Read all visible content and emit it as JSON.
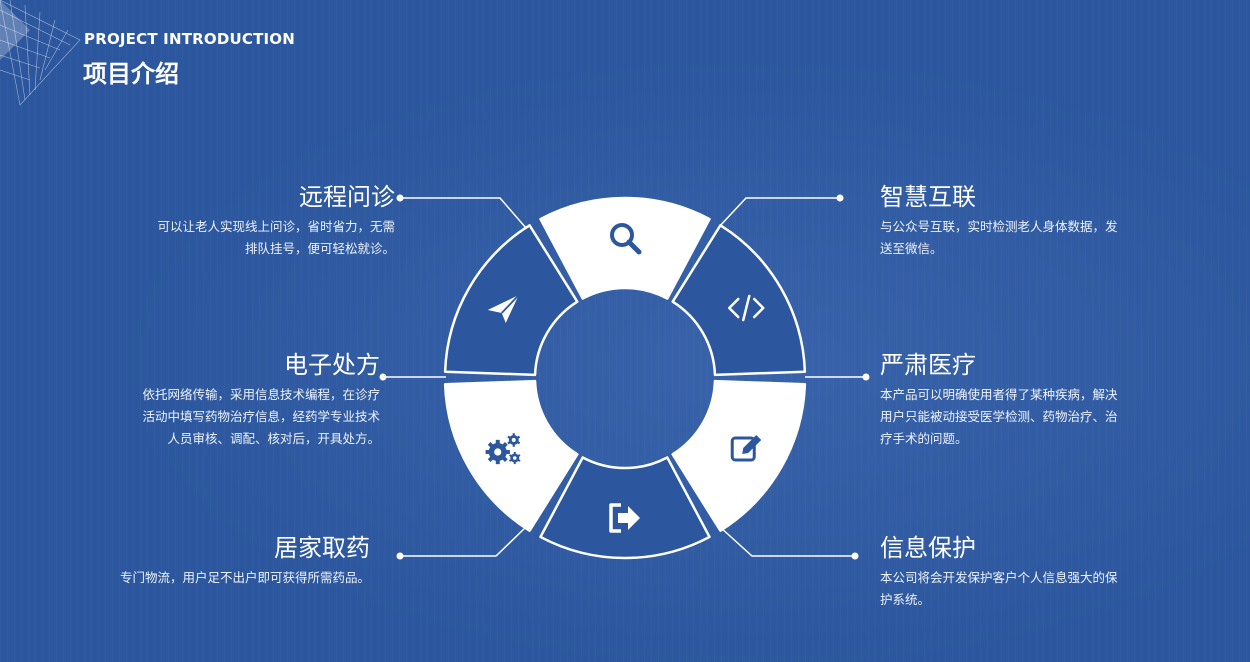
{
  "header": {
    "title_en": "PROJECT INTRODUCTION",
    "title_zh": "项目介绍"
  },
  "colors": {
    "background": "#2c579e",
    "segment_light": "#ffffff",
    "segment_dark": "#2c579e",
    "icon_blue": "#2c579e",
    "line": "#ffffff"
  },
  "features": [
    {
      "id": "remote",
      "title": "远程问诊",
      "desc_lines": [
        "可以让老人实现线上问诊，省时省力，无需",
        "排队挂号，便可轻松就诊。"
      ],
      "icon": "search-icon"
    },
    {
      "id": "prescription",
      "title": "电子处方",
      "desc_lines": [
        "依托网络传输，采用信息技术编程，在诊疗",
        "活动中填写药物治疗信息，经药学专业技术",
        "人员审核、调配、核对后，开具处方。"
      ],
      "icon": "paper-plane-icon"
    },
    {
      "id": "medicine",
      "title": "居家取药",
      "desc_lines": [
        "专门物流，用户足不出户即可获得所需药品。"
      ],
      "icon": "gears-icon"
    },
    {
      "id": "connect",
      "title": "智慧互联",
      "desc_lines": [
        "与公众号互联，实时检测老人身体数据，发",
        "送至微信。"
      ],
      "icon": "code-icon"
    },
    {
      "id": "medical",
      "title": "严肃医疗",
      "desc_lines": [
        "本产品可以明确使用者得了某种疾病，解决",
        "用户只能被动接受医学检测、药物治疗、治",
        "疗手术的问题。"
      ],
      "icon": "edit-icon"
    },
    {
      "id": "privacy",
      "title": "信息保护",
      "desc_lines": [
        "本公司将会开发保护客户个人信息强大的保",
        "护系统。"
      ],
      "icon": "sign-out-icon"
    }
  ]
}
